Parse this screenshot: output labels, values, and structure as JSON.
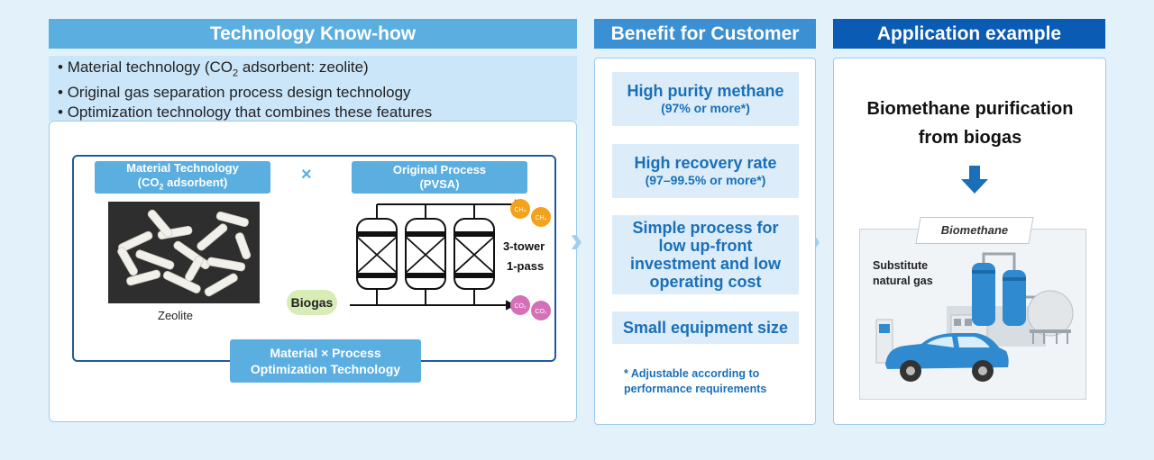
{
  "know_how": {
    "header": "Technology Know-how",
    "bullets": [
      {
        "pre": "Material technology (CO",
        "sub": "2",
        "post": " adsorbent: zeolite)"
      },
      {
        "pre": "Original gas separation process design technology",
        "sub": "",
        "post": ""
      },
      {
        "pre": "Optimization technology that combines these features",
        "sub": "",
        "post": ""
      }
    ],
    "material_tag": {
      "line1": "Material Technology",
      "line2_pre": "(CO",
      "line2_sub": "2",
      "line2_post": " adsorbent)"
    },
    "times_symbol": "×",
    "process_tag": {
      "line1": "Original Process",
      "line2": "(PVSA)"
    },
    "zeolite_caption": "Zeolite",
    "biogas_label": "Biogas",
    "tower_label": {
      "line1": "3-tower",
      "line2": "1-pass"
    },
    "ch4_labels": [
      "CH₄",
      "CH₄"
    ],
    "co2_labels": [
      "CO₂",
      "CO₂"
    ],
    "optimization_tag": {
      "line1": "Material × Process",
      "line2": "Optimization Technology"
    }
  },
  "benefit": {
    "header": "Benefit for Customer",
    "items": [
      {
        "title": "High purity methane",
        "sub": "(97% or more*)"
      },
      {
        "title": "High recovery rate",
        "sub": "(97–99.5% or more*)"
      },
      {
        "title": "Simple process for low up-front investment and low operating cost",
        "sub": ""
      },
      {
        "title": "Small equipment size",
        "sub": ""
      }
    ],
    "footnote": "* Adjustable according to performance requirements"
  },
  "application": {
    "header": "Application example",
    "title": "Biomethane purification from biogas",
    "biomethane_label": "Biomethane",
    "substitute_label": "Substitute natural gas"
  },
  "colors": {
    "header_light": "#5aaee0",
    "header_mid": "#3b8fd3",
    "header_dark": "#0a5bb4",
    "accent_text": "#1a6fb8",
    "orange": "#f4a21b",
    "pink": "#d46fb8"
  }
}
